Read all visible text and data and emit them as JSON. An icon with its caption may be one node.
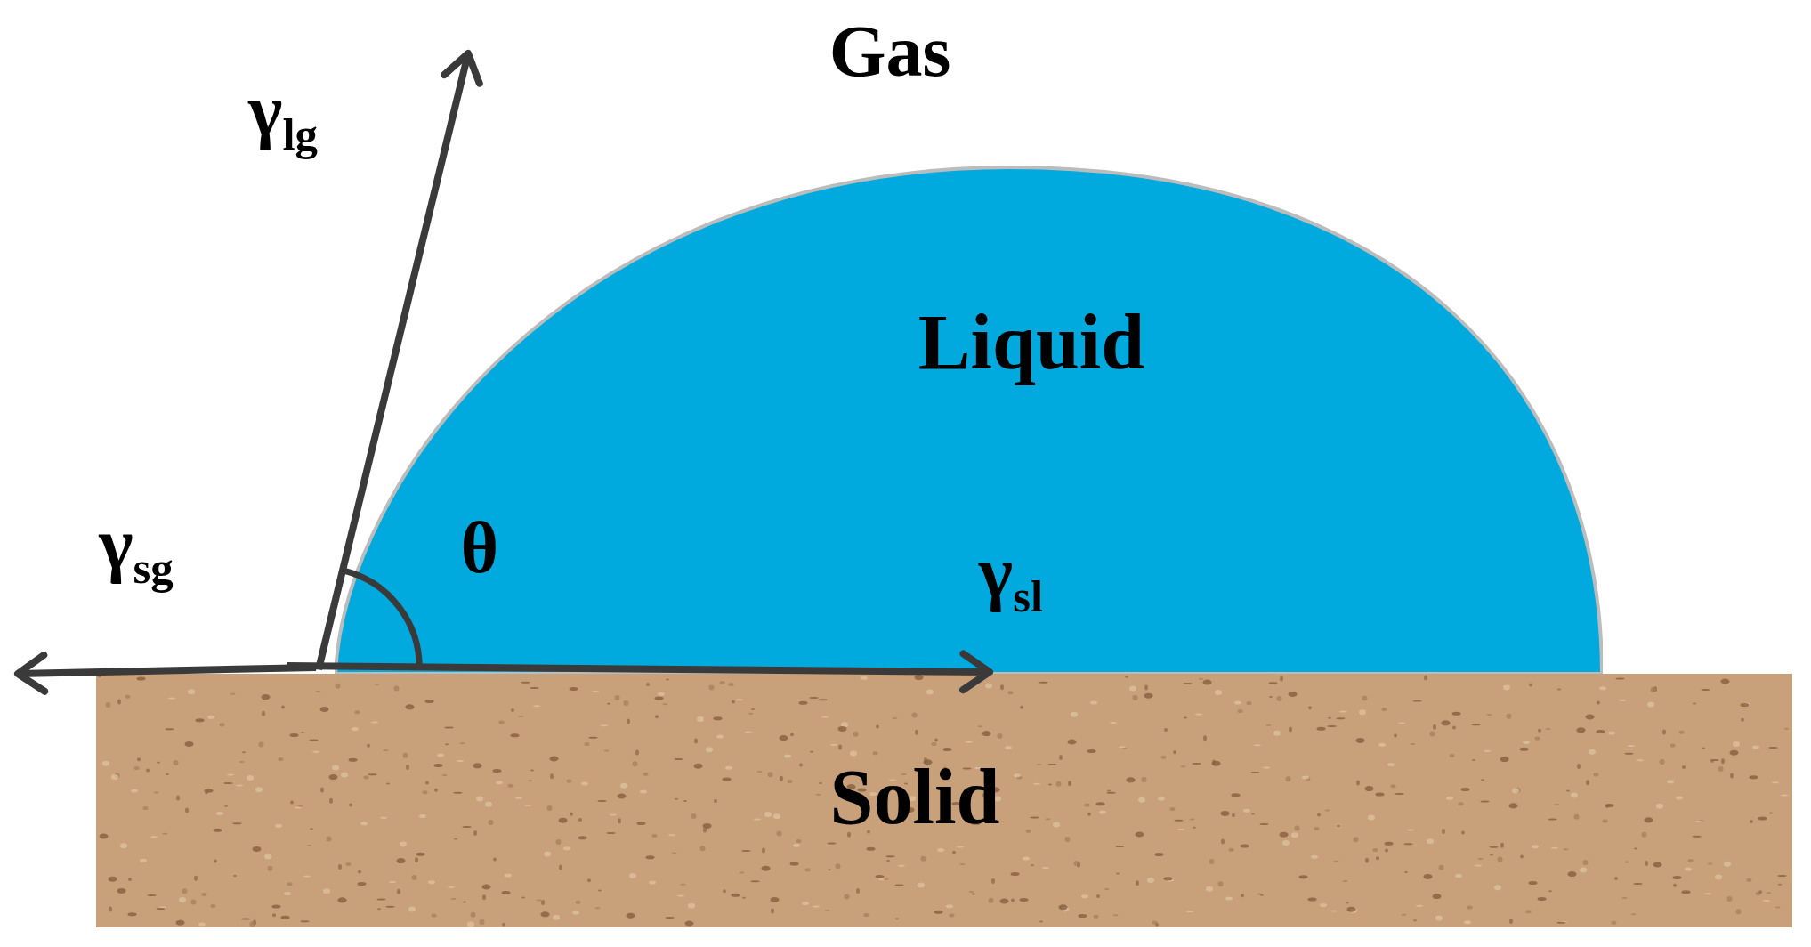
{
  "diagram": {
    "nodes": [
      {
        "text": [
          "Liquid"
        ]
      },
      {
        "text": [
          "Solid"
        ]
      }
    ],
    "labels": [
      "Gas",
      "γ$_{lg}$",
      "γ$_{sg}$",
      "θ",
      "γ$_{sl}$"
    ]
  }
}
